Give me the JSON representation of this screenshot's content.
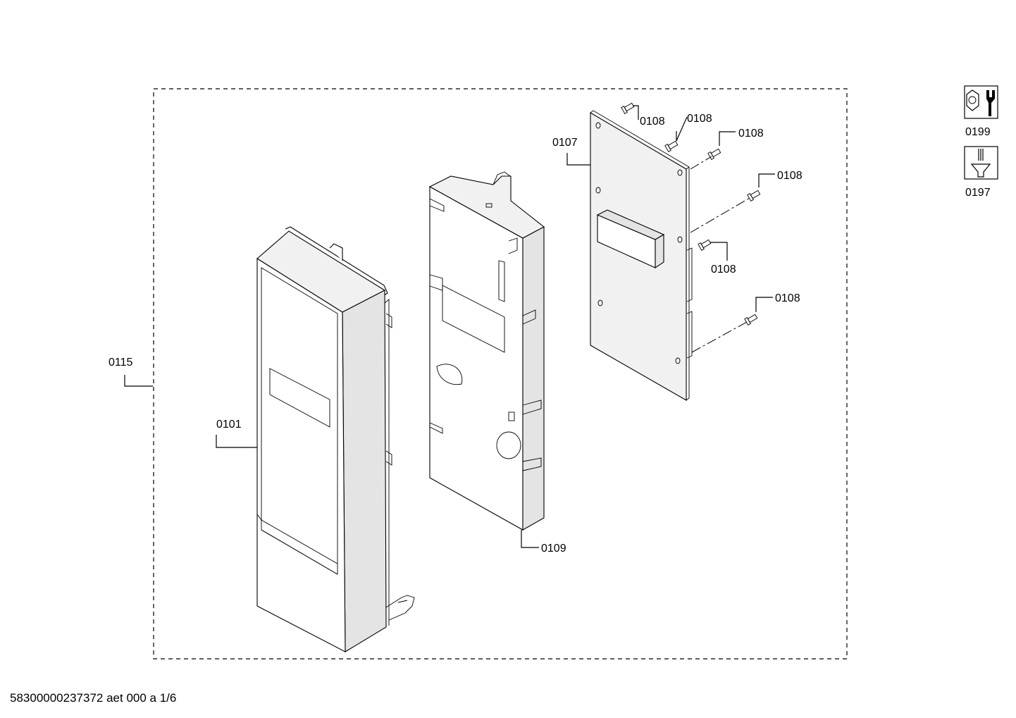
{
  "footer": {
    "document_id": "58300000237372 aet 000 a 1/6"
  },
  "callouts": {
    "assembly": "0115",
    "front_panel": "0101",
    "bracket": "0109",
    "circuit_board": "0107",
    "screw_1": "0108",
    "screw_2": "0108",
    "screw_3": "0108",
    "screw_4": "0108",
    "screw_5": "0108",
    "screw_6": "0108"
  },
  "legend": [
    {
      "code": "0199",
      "icon": "wrench-nut-icon"
    },
    {
      "code": "0197",
      "icon": "screwdriver-icon"
    }
  ]
}
